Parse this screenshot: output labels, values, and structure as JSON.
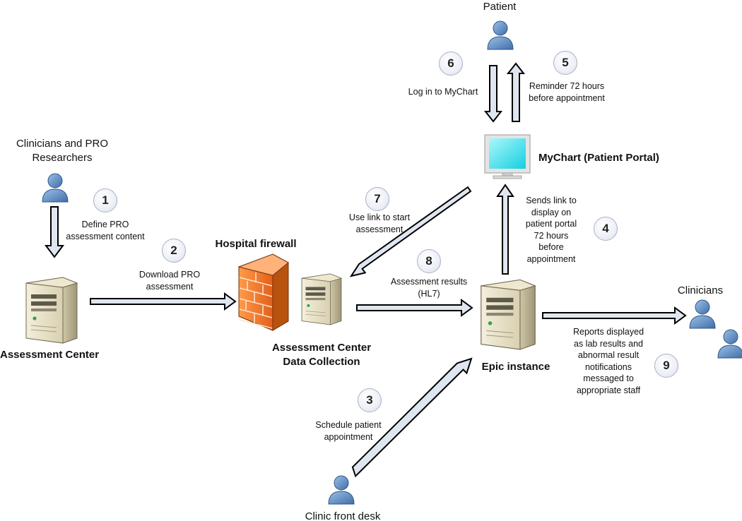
{
  "actors": {
    "patient": "Patient",
    "clinicians_researchers": "Clinicians and PRO\nResearchers",
    "clinicians": "Clinicians",
    "front_desk": "Clinic front desk"
  },
  "systems": {
    "assessment_center": "Assessment Center",
    "hospital_firewall": "Hospital firewall",
    "ac_data_collection": "Assessment Center\nData Collection",
    "epic": "Epic instance",
    "mychart": "MyChart (Patient Portal)"
  },
  "steps": [
    {
      "number": "1",
      "label": "Define PRO\nassessment content"
    },
    {
      "number": "2",
      "label": "Download PRO\nassessment"
    },
    {
      "number": "3",
      "label": "Schedule patient\nappointment"
    },
    {
      "number": "4",
      "label": "Sends link to\ndisplay on\npatient portal\n72 hours\nbefore\nappointment"
    },
    {
      "number": "5",
      "label": "Reminder 72 hours\nbefore appointment"
    },
    {
      "number": "6",
      "label": "Log in to MyChart"
    },
    {
      "number": "7",
      "label": "Use link to start\nassessment"
    },
    {
      "number": "8",
      "label": "Assessment results\n(HL7)"
    },
    {
      "number": "9",
      "label": "Reports displayed\nas lab results and\nabnormal result\nnotifications\nmessaged to\nappropriate staff"
    }
  ],
  "colors": {
    "arrow_fill": "#dfe6f0",
    "arrow_stroke": "#000000",
    "person": "#5b87bf",
    "firewall": "#f07a2a",
    "screen": "#3de6ef",
    "server": "#e6dfc6"
  }
}
